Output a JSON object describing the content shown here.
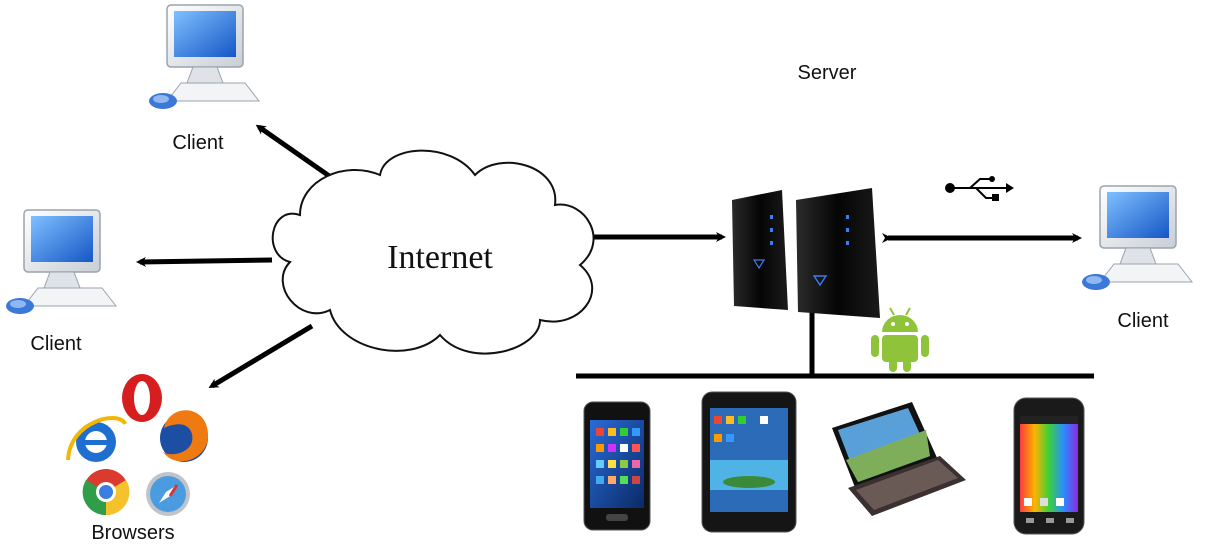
{
  "labels": {
    "cloud": "Internet",
    "server": "Server",
    "client_top": "Client",
    "client_left": "Client",
    "client_right": "Client",
    "browsers": "Browsers"
  },
  "colors": {
    "monitor_screen": "#2a7de1",
    "monitor_body": "#e8ecf0",
    "server_body": "#0c0c0c",
    "server_led": "#3c7df0",
    "android_green": "#8fc43a",
    "line": "#000000"
  },
  "icons": {
    "usb": "usb-icon",
    "android": "android-icon",
    "opera": "opera-icon",
    "ie": "internet-explorer-icon",
    "firefox": "firefox-icon",
    "chrome": "chrome-icon",
    "safari": "safari-icon"
  }
}
